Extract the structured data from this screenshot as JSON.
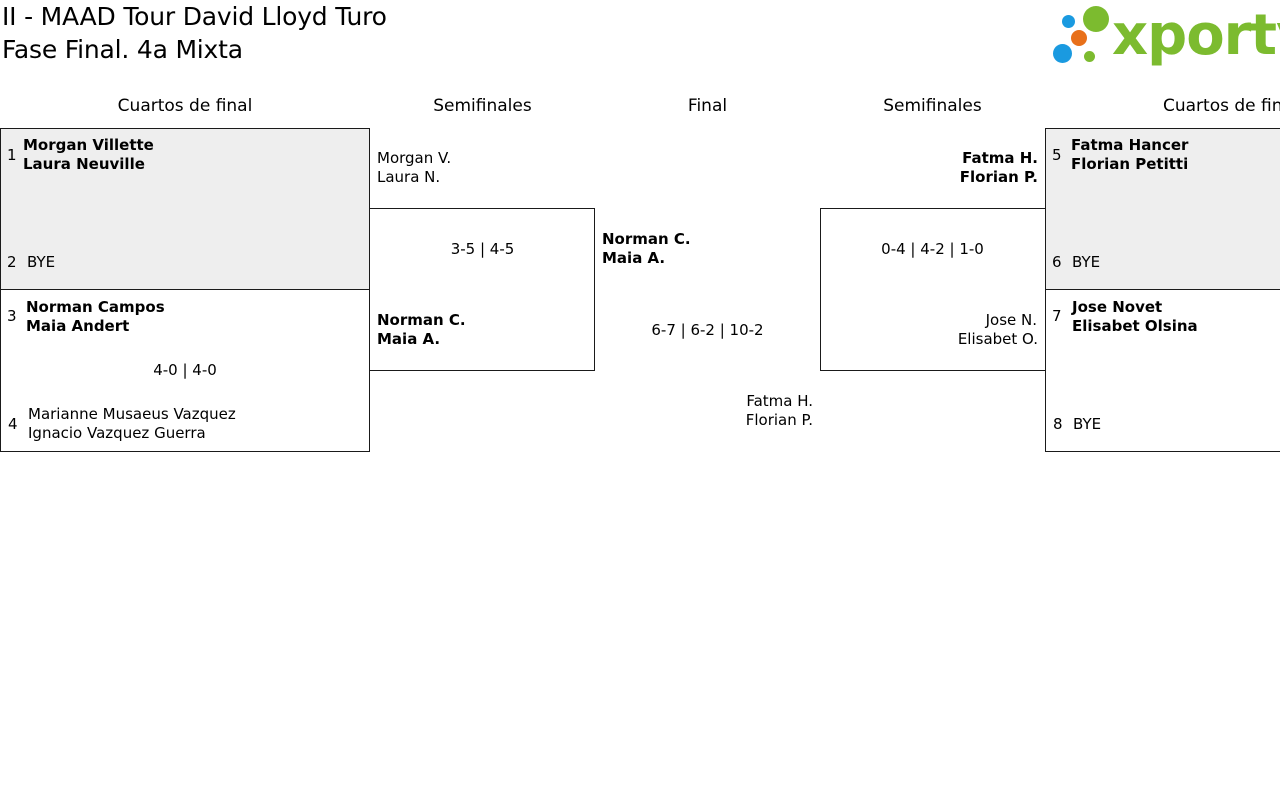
{
  "header": {
    "title_line1": "II - MAAD Tour David Lloyd Turo",
    "title_line2": "Fase Final. 4a Mixta"
  },
  "logo": {
    "text": "xporty",
    "colors": {
      "green": "#7cbb2f",
      "blue": "#1a9ae0",
      "orange": "#e8701a"
    }
  },
  "rounds": {
    "left_quarters": "Cuartos de final",
    "left_semis": "Semifinales",
    "final": "Final",
    "right_semis": "Semifinales",
    "right_quarters": "Cuartos de final"
  },
  "left_quarters": [
    {
      "seed": "1",
      "p1": "Morgan Villette",
      "p2": "Laura Neuville"
    },
    {
      "seed": "2",
      "p1": "BYE"
    },
    {
      "seed": "3",
      "p1": "Norman Campos",
      "p2": "Maia Andert",
      "score": "4-0 | 4-0"
    },
    {
      "seed": "4",
      "p1": "Marianne Musaeus Vazquez",
      "p2": "Ignacio Vazquez Guerra"
    }
  ],
  "left_semis": {
    "team1_p1": "Morgan V.",
    "team1_p2": "Laura N.",
    "score": "3-5 | 4-5",
    "team2_p1": "Norman C.",
    "team2_p2": "Maia A."
  },
  "final": {
    "team1_p1": "Norman C.",
    "team1_p2": "Maia A.",
    "score": "6-7 | 6-2 | 10-2",
    "team2_p1": "Fatma H.",
    "team2_p2": "Florian P."
  },
  "right_semis": {
    "team1_p1": "Fatma H.",
    "team1_p2": "Florian P.",
    "score": "0-4 | 4-2 | 1-0",
    "team2_p1": "Jose N.",
    "team2_p2": "Elisabet O."
  },
  "right_quarters": [
    {
      "seed": "5",
      "p1": "Fatma Hancer",
      "p2": "Florian Petitti"
    },
    {
      "seed": "6",
      "p1": "BYE"
    },
    {
      "seed": "7",
      "p1": "Jose Novet",
      "p2": "Elisabet Olsina"
    },
    {
      "seed": "8",
      "p1": "BYE"
    }
  ]
}
